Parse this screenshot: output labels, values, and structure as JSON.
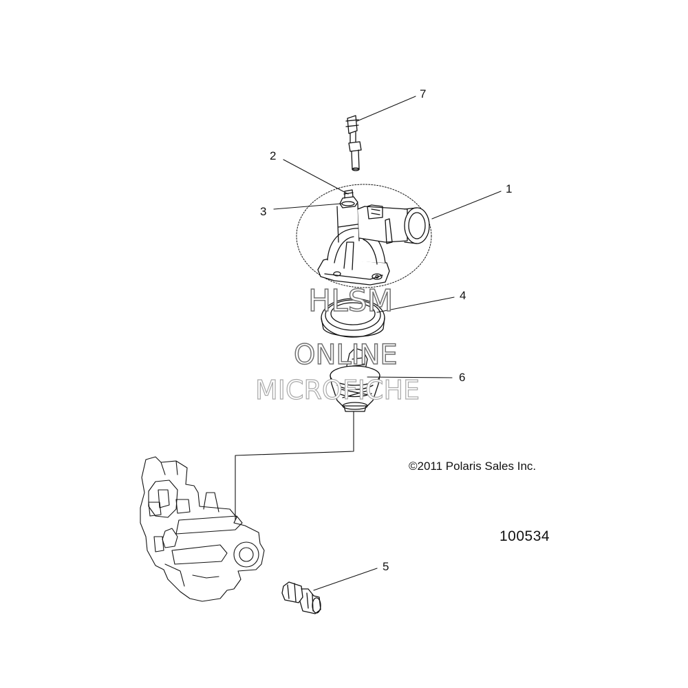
{
  "callouts": {
    "c1": "1",
    "c2": "2",
    "c3": "3",
    "c4": "4",
    "c5": "5",
    "c6": "6",
    "c7": "7"
  },
  "copyright": "©2011 Polaris Sales Inc.",
  "diagram_id": "100534",
  "watermark": {
    "line1": "HLSM",
    "line2": "ONLINE",
    "line3": "MICROFICHE"
  }
}
